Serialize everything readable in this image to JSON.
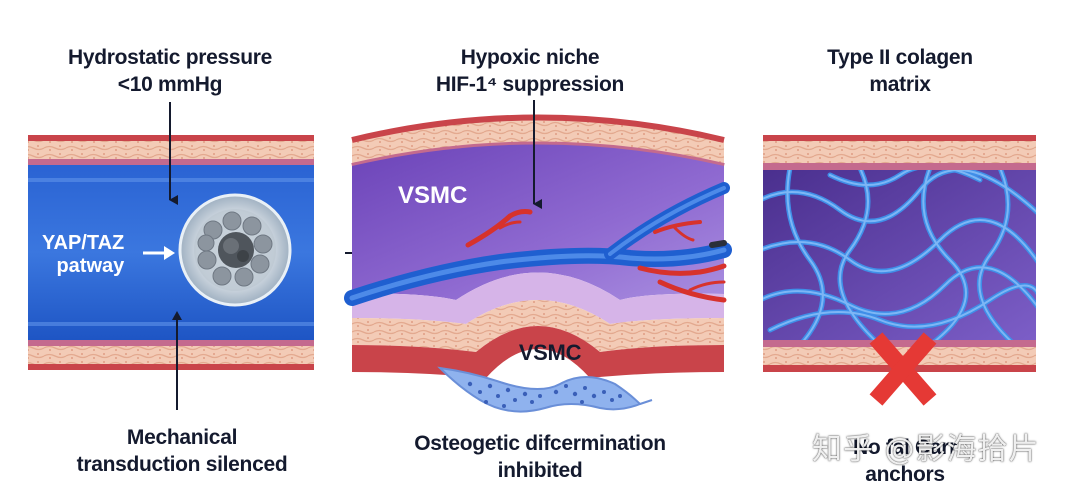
{
  "panels": {
    "left": {
      "top_label": [
        "Hydrostatic pressure",
        "<10 mmHg"
      ],
      "inner_label": [
        "YAP/TAZ",
        "patway"
      ],
      "bottom_label": [
        "Mechanical",
        "transduction silenced"
      ]
    },
    "middle": {
      "top_label": [
        "Hypoxic niche",
        "HIF-1⁴ suppression"
      ],
      "inner_label": "VSMC",
      "lower_label": "VSMC",
      "bottom_label": [
        "Osteogetic difcermination",
        "inhibited"
      ]
    },
    "right": {
      "top_label": [
        "Type II colagen",
        "matrix"
      ],
      "bottom_label": [
        "No fal Carr",
        "anchors"
      ]
    }
  },
  "watermark": "知乎 @影海拾片",
  "colors": {
    "vessel_blue": "#1f5fd0",
    "vessel_purple": "#7d5ec9",
    "wall_pink": "#f2c7b2",
    "wall_red": "#c9444a",
    "fiber_blue": "#3f8ee8",
    "cross_red": "#e53935",
    "capillary_red": "#d7322c"
  }
}
